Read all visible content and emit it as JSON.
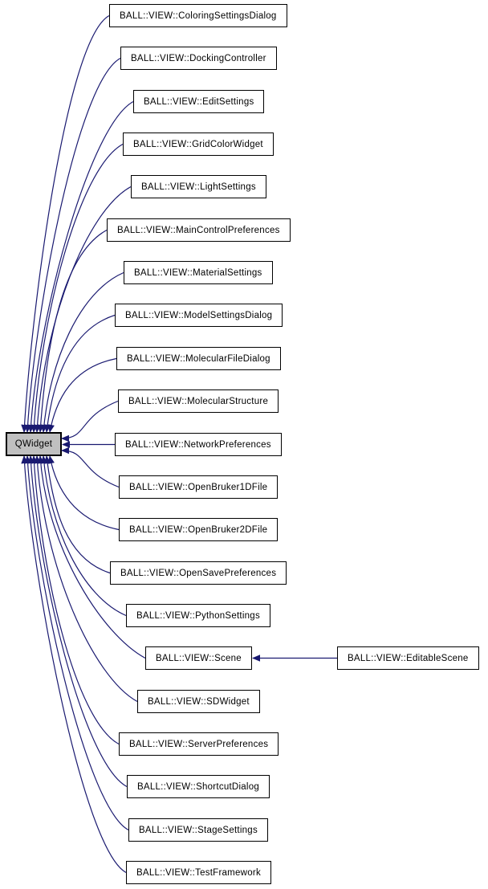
{
  "diagram": {
    "type": "inheritance-graph",
    "base": {
      "label": "QWidget"
    },
    "derived": [
      "BALL::VIEW::ColoringSettingsDialog",
      "BALL::VIEW::DockingController",
      "BALL::VIEW::EditSettings",
      "BALL::VIEW::GridColorWidget",
      "BALL::VIEW::LightSettings",
      "BALL::VIEW::MainControlPreferences",
      "BALL::VIEW::MaterialSettings",
      "BALL::VIEW::ModelSettingsDialog",
      "BALL::VIEW::MolecularFileDialog",
      "BALL::VIEW::MolecularStructure",
      "BALL::VIEW::NetworkPreferences",
      "BALL::VIEW::OpenBruker1DFile",
      "BALL::VIEW::OpenBruker2DFile",
      "BALL::VIEW::OpenSavePreferences",
      "BALL::VIEW::PythonSettings",
      "BALL::VIEW::Scene",
      "BALL::VIEW::SDWidget",
      "BALL::VIEW::ServerPreferences",
      "BALL::VIEW::ShortcutDialog",
      "BALL::VIEW::StageSettings",
      "BALL::VIEW::TestFramework"
    ],
    "subclasses": [
      {
        "parent": "BALL::VIEW::Scene",
        "child": "BALL::VIEW::EditableScene"
      }
    ],
    "colors": {
      "edge": "#191970",
      "node_border": "#000000",
      "node_fill": "#ffffff",
      "base_fill": "#c0c0c0",
      "text": "#000000",
      "background": "#ffffff"
    }
  }
}
